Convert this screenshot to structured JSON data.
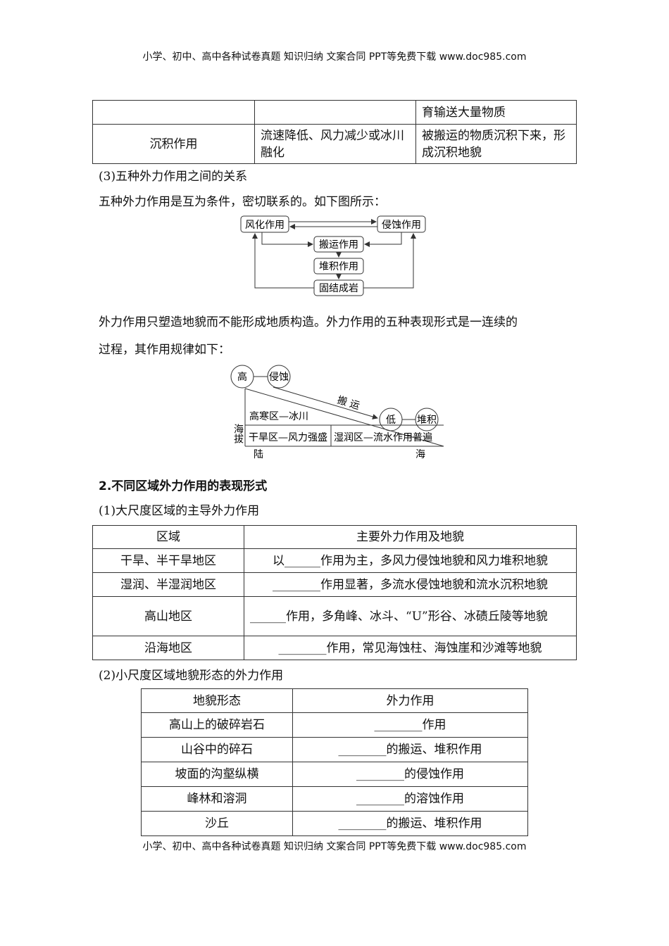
{
  "header": "小学、初中、高中各种试卷真题 知识归纳 文案合同 PPT等免费下载   www.doc985.com",
  "footer": "小学、初中、高中各种试卷真题 知识归纳 文案合同 PPT等免费下载   www.doc985.com",
  "top_table": {
    "row1": [
      "",
      "",
      "育输送大量物质"
    ],
    "row2": [
      "沉积作用",
      "流速降低、风力减少或冰川融化",
      "被搬运的物质沉积下来，形成沉积地貌"
    ]
  },
  "p3_title": "(3)五种外力作用之间的关系",
  "p3_text": "五种外力作用是互为条件，密切联系的。如下图所示：",
  "diagram1": {
    "weathering": "风化作用",
    "erosion": "侵蚀作用",
    "transport": "搬运作用",
    "deposition": "堆积作用",
    "consolidation": "固结成岩"
  },
  "para2_line1": "外力作用只塑造地貌而不能形成地质构造。外力作用的五种表现形式是一连续的",
  "para2_line2": "过程，其作用规律如下：",
  "diagram2": {
    "high": "高",
    "erosion": "侵蚀",
    "transport": "搬 运",
    "low": "低",
    "deposit": "堆积",
    "cold": "高寒区—冰川",
    "arid": "干旱区—风力强盛",
    "humid": "湿润区—流水作用普遍",
    "altitude": "海拔",
    "land": "陆",
    "sea": "海"
  },
  "section2_title": "2.不同区域外力作用的表现形式",
  "sub1_title": "(1)大尺度区域的主导外力作用",
  "table1": {
    "headers": [
      "区域",
      "主要外力作用及地貌"
    ],
    "rows": [
      [
        "干旱、半干旱地区",
        "以______作用为主，多风力侵蚀地貌和风力堆积地貌"
      ],
      [
        "湿润、半湿润地区",
        "________作用显著，多流水侵蚀地貌和流水沉积地貌"
      ],
      [
        "高山地区",
        "______作用，多角峰、冰斗、“U”形谷、冰碛丘陵等地貌"
      ],
      [
        "沿海地区",
        "________作用，常见海蚀柱、海蚀崖和沙滩等地貌"
      ]
    ]
  },
  "sub2_title": "(2)小尺度区域地貌形态的外力作用",
  "table2": {
    "headers": [
      "地貌形态",
      "外力作用"
    ],
    "rows": [
      [
        "高山上的破碎岩石",
        "________作用"
      ],
      [
        "山谷中的碎石",
        "________的搬运、堆积作用"
      ],
      [
        "坡面的沟壑纵横",
        "________的侵蚀作用"
      ],
      [
        "峰林和溶洞",
        "________的溶蚀作用"
      ],
      [
        "沙丘",
        "________的搬运、堆积作用"
      ]
    ]
  }
}
